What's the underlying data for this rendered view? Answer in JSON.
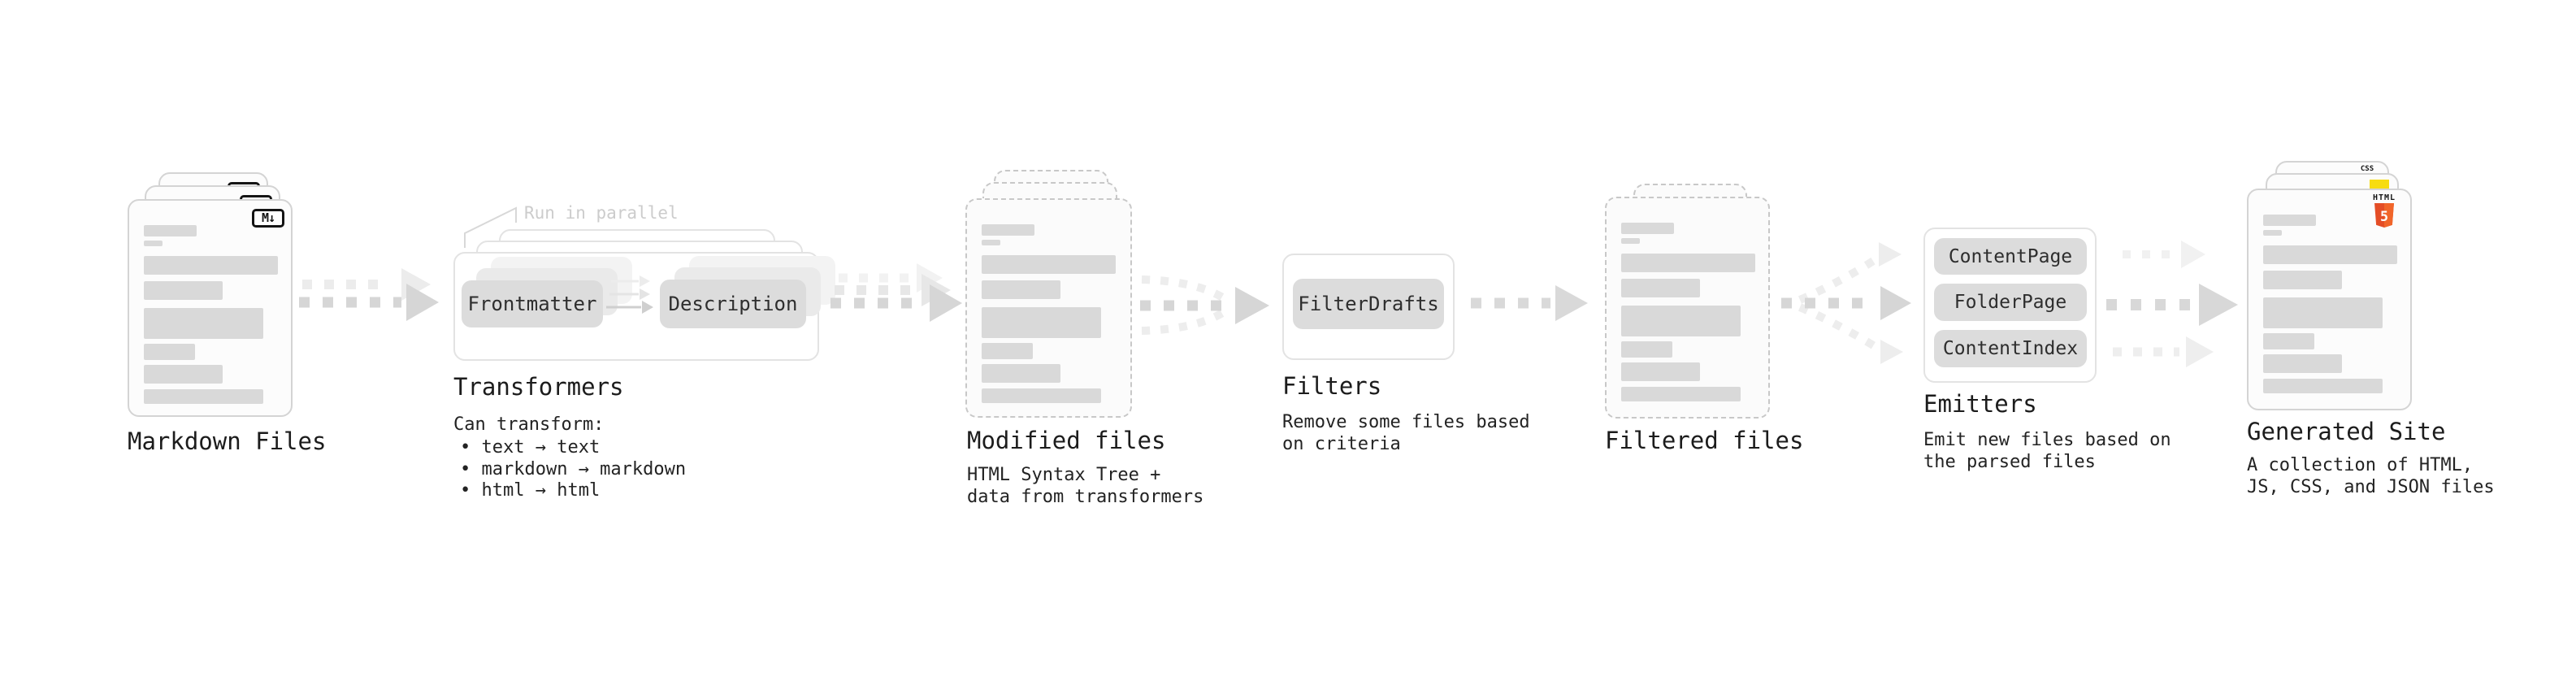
{
  "colors": {
    "html5_orange": "#e44d26",
    "html5_orange_light": "#f16529",
    "js_yellow": "#f7dc11",
    "css_blue": "#2f6fed"
  },
  "markdown": {
    "label": "Markdown Files",
    "badge": "M↓"
  },
  "transformers": {
    "label": "Transformers",
    "callout": "Run in parallel",
    "chip_frontmatter": "Frontmatter",
    "chip_description": "Description",
    "desc_title": "Can transform:",
    "bullets": [
      "• text → text",
      "• markdown → markdown",
      "• html → html"
    ]
  },
  "modified": {
    "label": "Modified files",
    "desc1": "HTML Syntax Tree +",
    "desc2": "data from transformers"
  },
  "filters": {
    "label": "Filters",
    "chip": "FilterDrafts",
    "desc1": "Remove some files based",
    "desc2": "on criteria"
  },
  "filtered": {
    "label": "Filtered files"
  },
  "emitters": {
    "label": "Emitters",
    "chips": [
      "ContentPage",
      "FolderPage",
      "ContentIndex"
    ],
    "desc1": "Emit new files based on",
    "desc2": "the parsed files"
  },
  "generated": {
    "label": "Generated Site",
    "desc1": "A collection of HTML,",
    "desc2": "JS, CSS, and JSON files",
    "css_label": "CSS",
    "html_label": "HTML",
    "html_five": "5"
  },
  "doc_bars": [
    [
      65,
      14,
      0
    ],
    [
      23,
      7,
      5
    ],
    [
      165,
      23,
      12
    ],
    [
      97,
      23,
      8
    ],
    [
      147,
      38,
      10
    ],
    [
      63,
      20,
      6
    ],
    [
      97,
      23,
      6
    ],
    [
      147,
      18,
      7
    ]
  ]
}
